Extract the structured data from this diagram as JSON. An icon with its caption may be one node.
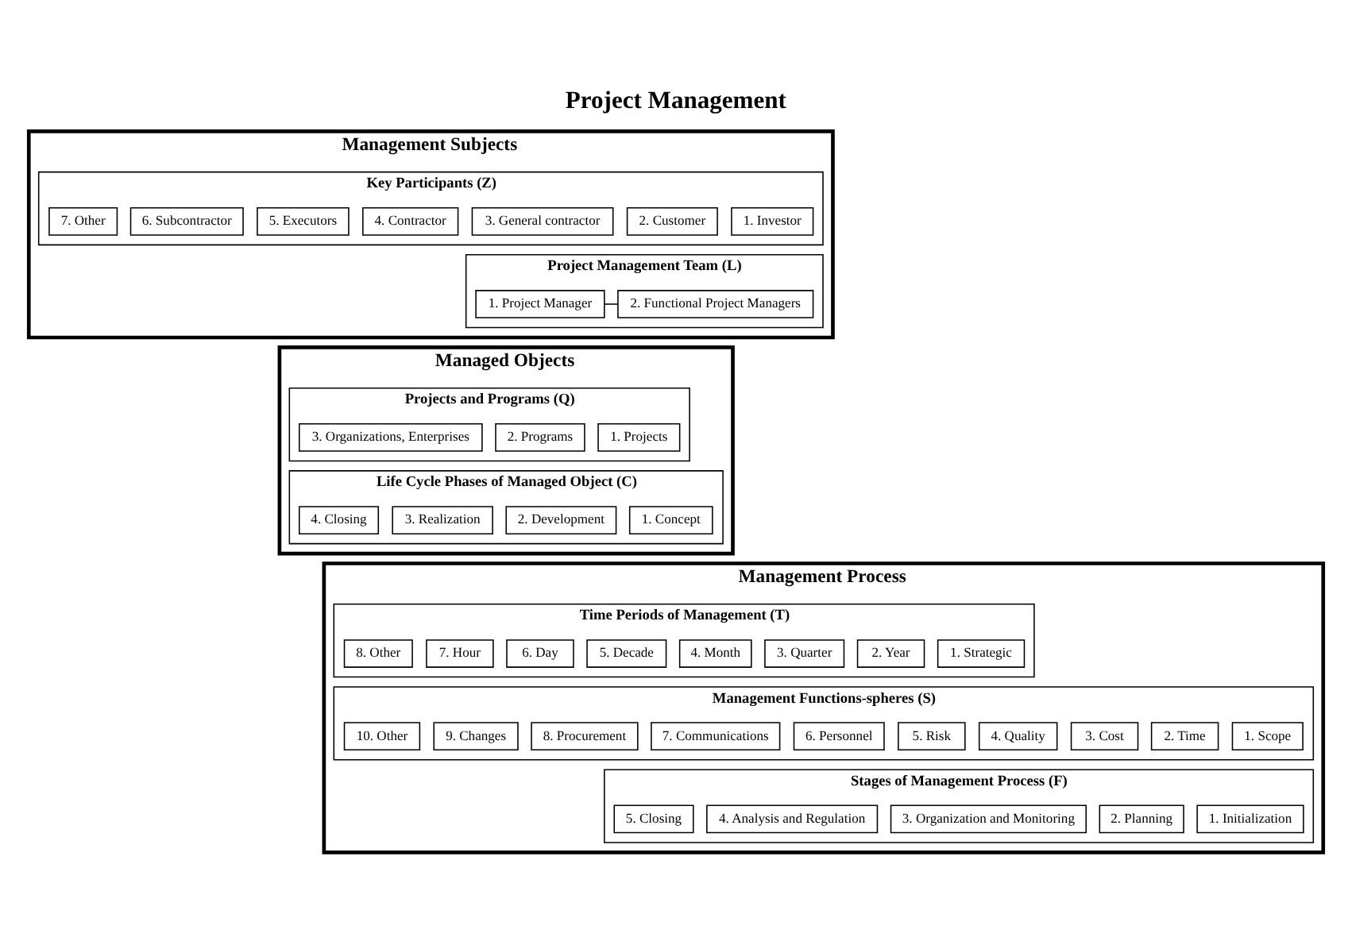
{
  "diagram": {
    "title": "Project Management",
    "nodes": [
      {
        "text": [
          "Management Subjects"
        ]
      },
      {
        "text": [
          "Key Participants (Z)"
        ],
        "in": 0
      },
      {
        "text": [
          "1. Investor"
        ],
        "in": 1
      },
      {
        "text": [
          "2. Customer"
        ],
        "in": 1
      },
      {
        "text": [
          "3. General contractor"
        ],
        "in": 1
      },
      {
        "text": [
          "4. Contractor"
        ],
        "in": 1
      },
      {
        "text": [
          "5. Executors"
        ],
        "in": 1
      },
      {
        "text": [
          "6. Subcontractor"
        ],
        "in": 1
      },
      {
        "text": [
          "7. Other"
        ],
        "in": 1
      },
      {
        "text": [
          "Project Management Team (L)"
        ],
        "in": 0
      },
      {
        "text": [
          "1. Project Manager"
        ],
        "in": 9
      },
      {
        "text": [
          "2. Functional Project Managers"
        ],
        "in": 9
      },
      {
        "text": [
          "Managed Objects"
        ]
      },
      {
        "text": [
          "Projects and Programs (Q)"
        ],
        "in": 12
      },
      {
        "text": [
          "1. Projects"
        ],
        "in": 13
      },
      {
        "text": [
          "2. Programs"
        ],
        "in": 13
      },
      {
        "text": [
          "3. Organizations, Enterprises"
        ],
        "in": 13
      },
      {
        "text": [
          "Life Cycle Phases of Managed Object (C)"
        ],
        "in": 12
      },
      {
        "text": [
          "1. Concept"
        ],
        "in": 17
      },
      {
        "text": [
          "2. Development"
        ],
        "in": 17
      },
      {
        "text": [
          "3. Realization"
        ],
        "in": 17
      },
      {
        "text": [
          "4. Closing"
        ],
        "in": 17
      },
      {
        "text": [
          "Management Process"
        ]
      },
      {
        "text": [
          "Time Periods of Management (T)"
        ],
        "in": 22
      },
      {
        "text": [
          "1. Strategic"
        ],
        "in": 23
      },
      {
        "text": [
          "2. Year"
        ],
        "in": 23
      },
      {
        "text": [
          "3. Quarter"
        ],
        "in": 23
      },
      {
        "text": [
          "4. Month"
        ],
        "in": 23
      },
      {
        "text": [
          "5. Decade"
        ],
        "in": 23
      },
      {
        "text": [
          "6. Day"
        ],
        "in": 23
      },
      {
        "text": [
          "7. Hour"
        ],
        "in": 23
      },
      {
        "text": [
          "8. Other"
        ],
        "in": 23
      },
      {
        "text": [
          "Management Functions-spheres (S)"
        ],
        "in": 22
      },
      {
        "text": [
          "1. Scope"
        ],
        "in": 32
      },
      {
        "text": [
          "2. Time"
        ],
        "in": 32
      },
      {
        "text": [
          "3. Cost"
        ],
        "in": 32
      },
      {
        "text": [
          "4. Quality"
        ],
        "in": 32
      },
      {
        "text": [
          "5. Risk"
        ],
        "in": 32
      },
      {
        "text": [
          "6. Personnel"
        ],
        "in": 32
      },
      {
        "text": [
          "7. Communications"
        ],
        "in": 32
      },
      {
        "text": [
          "8. Procurement"
        ],
        "in": 32
      },
      {
        "text": [
          "9. Changes"
        ],
        "in": 32
      },
      {
        "text": [
          "10. Other"
        ],
        "in": 32
      },
      {
        "text": [
          "Stages of Management Process (F)"
        ],
        "in": 22
      },
      {
        "text": [
          "1. Initialization"
        ],
        "in": 43
      },
      {
        "text": [
          "2. Planning"
        ],
        "in": 43
      },
      {
        "text": [
          "3. Organization and Monitoring"
        ],
        "in": 43
      },
      {
        "text": [
          "4. Analysis and Regulation"
        ],
        "in": 43
      },
      {
        "text": [
          "5. Closing"
        ],
        "in": 43
      }
    ],
    "edges": [
      {
        "from": 10,
        "to": 11,
        "arrow": "none"
      }
    ]
  }
}
